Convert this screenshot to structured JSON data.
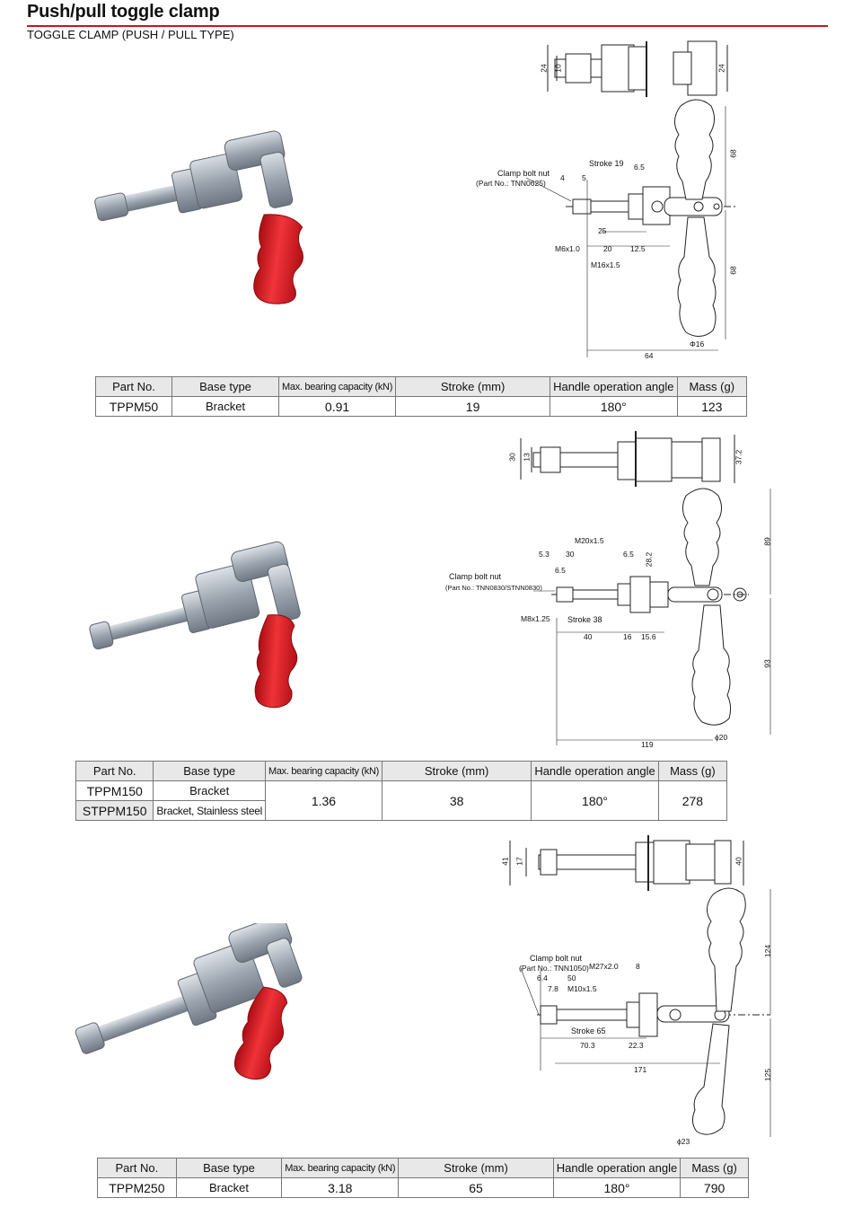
{
  "header": {
    "title": "Push/pull toggle clamp",
    "subtitle": "TOGGLE CLAMP (PUSH / PULL TYPE)"
  },
  "colors": {
    "accent_rule": "#c4161c",
    "grip": "#d7141a",
    "steel": "#a7b0ba",
    "header_bg": "#e8e8e8"
  },
  "columns": {
    "part_no": "Part No.",
    "base_type": "Base type",
    "capacity": "Max. bearing capacity (kN)",
    "stroke": "Stroke (mm)",
    "angle": "Handle operation angle",
    "mass": "Mass (g)"
  },
  "products": [
    {
      "rows": [
        {
          "part_no": "TPPM50",
          "base_type": "Bracket"
        }
      ],
      "capacity": "0.91",
      "stroke": "19",
      "angle": "180°",
      "mass": "123",
      "drawing": {
        "top_dims": [
          "24",
          "10",
          "24"
        ],
        "label": "Clamp bolt nut",
        "part_ref": "(Part No.: TNN0625)",
        "stroke_label": "Stroke 19",
        "dims": [
          "4",
          "5",
          "6.5",
          "25",
          "M6x1.0",
          "20",
          "12.5",
          "M16x1.5",
          "68",
          "68",
          "64",
          "Φ16"
        ]
      }
    },
    {
      "rows": [
        {
          "part_no": "TPPM150",
          "base_type": "Bracket"
        },
        {
          "part_no": "STPPM150",
          "base_type": "Bracket, Stainless steel"
        }
      ],
      "capacity": "1.36",
      "stroke": "38",
      "angle": "180°",
      "mass": "278",
      "drawing": {
        "top_dims": [
          "30",
          "13",
          "37.2"
        ],
        "label": "Clamp bolt nut",
        "part_ref": "(Part No.: TNN0830/STNN0830)",
        "stroke_label": "Stroke 38",
        "dims": [
          "M20x1.5",
          "5.3",
          "30",
          "6.5",
          "28.2",
          "6.5",
          "M8x1.25",
          "40",
          "16",
          "15.6",
          "89",
          "93",
          "119",
          "ϕ20"
        ]
      }
    },
    {
      "rows": [
        {
          "part_no": "TPPM250",
          "base_type": "Bracket"
        }
      ],
      "capacity": "3.18",
      "stroke": "65",
      "angle": "180°",
      "mass": "790",
      "drawing": {
        "top_dims": [
          "41",
          "17",
          "40"
        ],
        "label": "Clamp bolt nut",
        "part_ref": "(Part No.: TNN1050)",
        "stroke_label": "Stroke 65",
        "dims": [
          "M27x2.0",
          "8",
          "6.4",
          "50",
          "7.8",
          "M10x1.5",
          "70.3",
          "22.3",
          "171",
          "124",
          "125",
          "ϕ23"
        ]
      }
    }
  ]
}
